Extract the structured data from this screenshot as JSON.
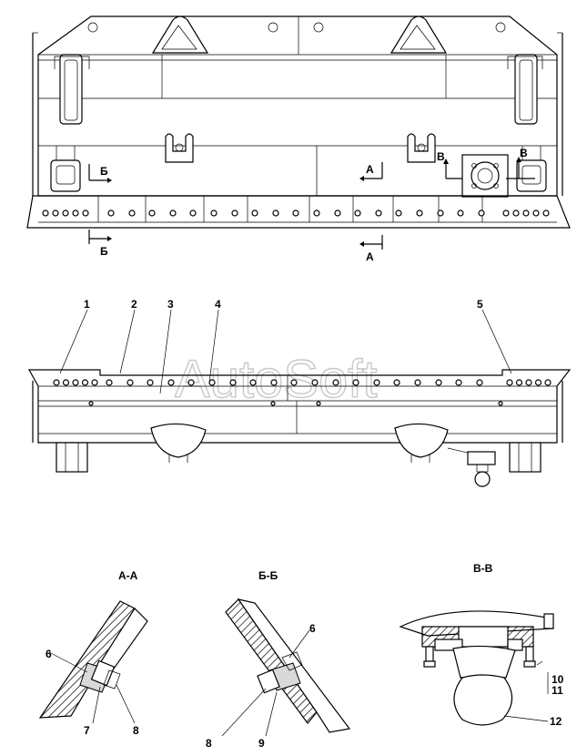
{
  "watermark": "AutoSoft",
  "section_marks": {
    "a": "А",
    "b": "Б",
    "v": "В"
  },
  "section_titles": {
    "aa": "А-А",
    "bb": "Б-Б",
    "vv": "В-В"
  },
  "callouts": {
    "c1": "1",
    "c2": "2",
    "c3": "3",
    "c4": "4",
    "c5": "5",
    "c6": "6",
    "c7": "7",
    "c8": "8",
    "c9": "9",
    "c10": "10",
    "c11": "11",
    "c12": "12"
  }
}
